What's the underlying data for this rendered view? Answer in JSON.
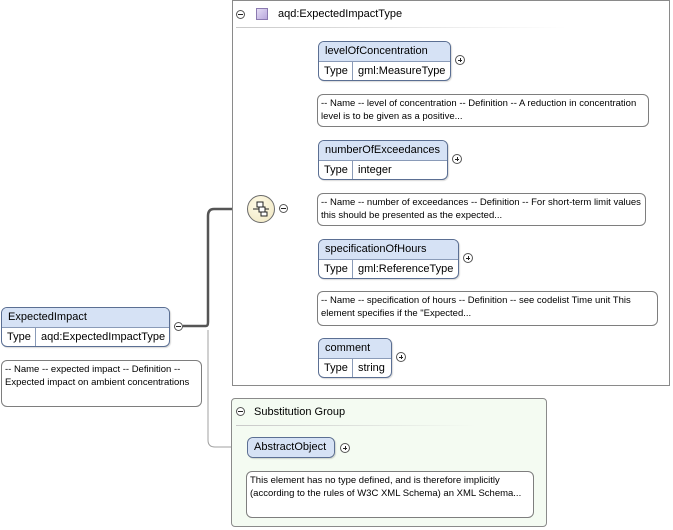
{
  "complex_type_panel": {
    "title": "aqd:ExpectedImpactType"
  },
  "root_element": {
    "name": "ExpectedImpact",
    "type_label": "Type",
    "type_value": "aqd:ExpectedImpactType",
    "doc": "-- Name -- expected impact -- Definition -- Expected impact on ambient concentrations"
  },
  "children": [
    {
      "name": "levelOfConcentration",
      "type_label": "Type",
      "type_value": "gml:MeasureType",
      "doc": "-- Name -- level of concentration -- Definition -- A reduction in concentration level is to be given as a positive..."
    },
    {
      "name": "numberOfExceedances",
      "type_label": "Type",
      "type_value": "integer",
      "doc": "-- Name -- number of exceedances -- Definition -- For short-term limit values this should be presented as the expected..."
    },
    {
      "name": "specificationOfHours",
      "type_label": "Type",
      "type_value": "gml:ReferenceType",
      "doc": "-- Name -- specification of hours -- Definition -- see codelist Time unit This element specifies if the \"Expected..."
    },
    {
      "name": "comment",
      "type_label": "Type",
      "type_value": "string"
    }
  ],
  "substitution_group": {
    "title": "Substitution Group",
    "element_name": "AbstractObject",
    "doc": "This element has no type defined, and is therefore implicitly (according to the rules of W3C XML Schema) an XML Schema..."
  },
  "colors": {
    "element_header": "#d6e2f5",
    "element_border": "#5b6f93",
    "substitution_bg": "#f4fbf2",
    "connector": "#555555"
  }
}
